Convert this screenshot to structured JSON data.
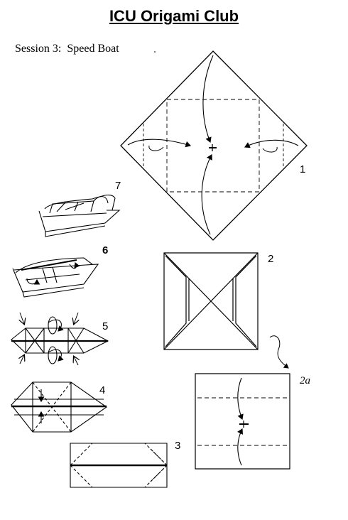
{
  "header": {
    "title": "ICU Origami Club",
    "session": "Session 3:  Speed Boat"
  },
  "steps": {
    "s1": "1",
    "s2": "2",
    "s2a": "2a",
    "s3": "3",
    "s4": "4",
    "s5": "5",
    "s6": "6",
    "s7": "7"
  }
}
